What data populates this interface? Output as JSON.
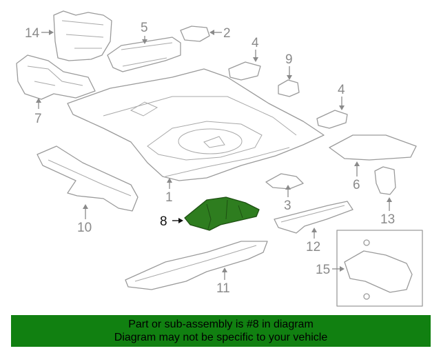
{
  "callouts": [
    {
      "id": "1",
      "label": "1"
    },
    {
      "id": "2",
      "label": "2"
    },
    {
      "id": "3",
      "label": "3"
    },
    {
      "id": "4a",
      "label": "4"
    },
    {
      "id": "4b",
      "label": "4"
    },
    {
      "id": "5",
      "label": "5"
    },
    {
      "id": "6",
      "label": "6"
    },
    {
      "id": "7",
      "label": "7"
    },
    {
      "id": "8",
      "label": "8"
    },
    {
      "id": "9",
      "label": "9"
    },
    {
      "id": "10",
      "label": "10"
    },
    {
      "id": "11",
      "label": "11"
    },
    {
      "id": "12",
      "label": "12"
    },
    {
      "id": "13",
      "label": "13"
    },
    {
      "id": "14",
      "label": "14"
    },
    {
      "id": "15",
      "label": "15"
    }
  ],
  "highlighted_part": "8",
  "colors": {
    "highlight": "#2e7d1f",
    "banner": "#118011",
    "line": "#9a9a9a"
  },
  "banner": {
    "line1": "Part or sub-assembly is #8 in diagram",
    "line2": "Diagram may not be specific to your vehicle"
  }
}
